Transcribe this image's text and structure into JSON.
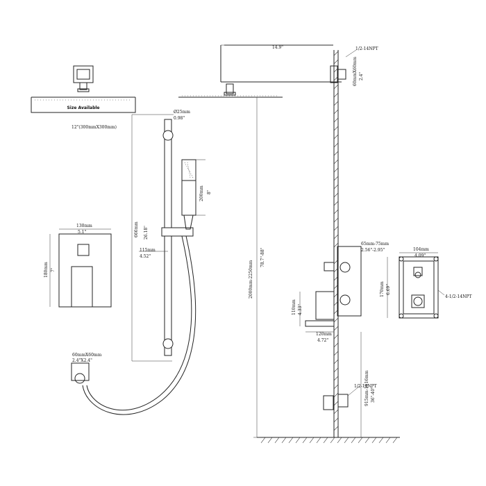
{
  "head_label": {
    "size_available": "Size Available",
    "head_size": "12\"(300mmX300mm)"
  },
  "arm": {
    "length": "14.9\"",
    "thread_top": "1/2-14NPT",
    "flange_mm": "60mmX60mm",
    "flange_in": "2.4\""
  },
  "slide_bar": {
    "dia_mm": "Ø25mm",
    "dia_in": "0.98\"",
    "length_mm": "666mm",
    "length_in": "26.18\"",
    "offset_mm": "115mm",
    "offset_in": "4.52\""
  },
  "handheld": {
    "length_mm": "200mm",
    "length_in": "8\""
  },
  "trim_plate": {
    "width_mm": "130mm",
    "width_in": "5.1\"",
    "height_mm": "180mm",
    "height_in": "7\""
  },
  "elbow": {
    "size_mm": "60mmX60mm",
    "size_in": "2.4\"X2.4\""
  },
  "install": {
    "height_mm": "2000mm-2250mm",
    "height_in": "78.7\"-88\"",
    "valve_depth_mm": "65mm-75mm",
    "valve_depth_in": "2.56\"-2.95\"",
    "valve_height_mm": "110mm",
    "valve_height_in": "4.33\"",
    "valve_width_mm": "120mm",
    "valve_width_in": "4.72\"",
    "outlet_height_mm": "915mm-1016mm",
    "outlet_height_in": "36\"-40\"",
    "thread_bottom": "1/2-14NPT"
  },
  "valve_box": {
    "width_mm": "104mm",
    "width_in": "4.09\"",
    "height_mm": "170mm",
    "height_in": "6.69\"",
    "ports": "4-1/2-14NPT"
  }
}
